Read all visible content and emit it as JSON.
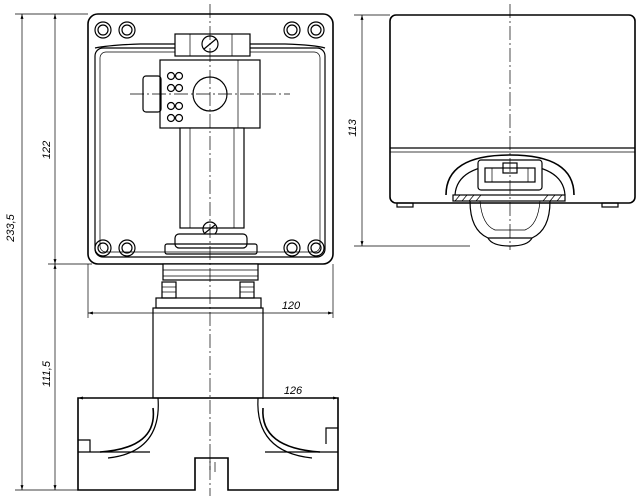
{
  "dimensions": {
    "total_height": "233,5",
    "box_height": "122",
    "lower_height": "111,5",
    "box_width": "120",
    "base_width": "126",
    "side_height": "113"
  }
}
